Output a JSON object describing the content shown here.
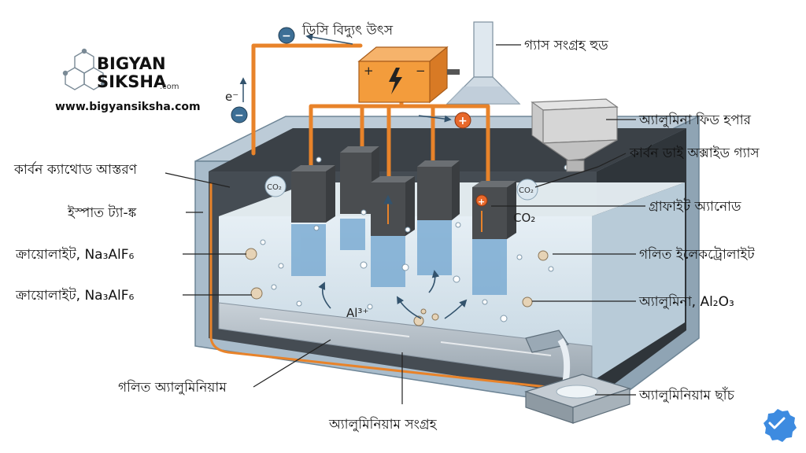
{
  "logo": {
    "line1": "BIGYAN",
    "line2": "SIKSHA",
    "tiny": ".com",
    "url": "www.bigyansiksha.com"
  },
  "labels": {
    "dc_source": "ডিসি বিদ্যুৎ উৎস",
    "gas_hood": "গ্যাস সংগ্রহ হুড",
    "alumina_hopper": "অ্যালুমিনা ফিড হপার",
    "co2_gas": "কার্বন ডাই অক্সাইড গ্যাস",
    "graphite_anode": "গ্রাফাইট অ্যানোড",
    "molten_electrolyte": "গলিত ইলেকট্রোলাইট",
    "alumina_name": "অ্যালুমিনা, ",
    "alumina_formula": "Al₂O₃",
    "al_mold": "অ্যালুমিনিয়াম ছাঁচ",
    "cathode_lining": "কার্বন ক্যাথোড আস্তরণ",
    "steel_tank": "ইস্পাত ট্যা-ঙ্ক",
    "cryolite1_name": "ক্রায়োলাইট, ",
    "cryolite1_formula": "Na₃AlF₆",
    "cryolite2_name": "ক্রায়োলাইট, ",
    "cryolite2_formula": "Na₃AlF₆",
    "molten_aluminium": "গলিত অ্যালুমিনিয়াম",
    "al_collection": "অ্যালুমিনিয়াম সংগ্রহ"
  },
  "symbols": {
    "electron": "e⁻",
    "minus": "−",
    "plus": "+",
    "al_ion": "Al³⁺",
    "co2": "CO₂",
    "co2_small": "CO₂"
  },
  "colors": {
    "wire": "#e8832a",
    "anode": "#4a4d50",
    "electrolyte": "#cfe0ea",
    "steel": "#a9bccb",
    "cathode": "#3b4147",
    "power_box": "#f39c3c",
    "badge": "#3d8be0"
  }
}
